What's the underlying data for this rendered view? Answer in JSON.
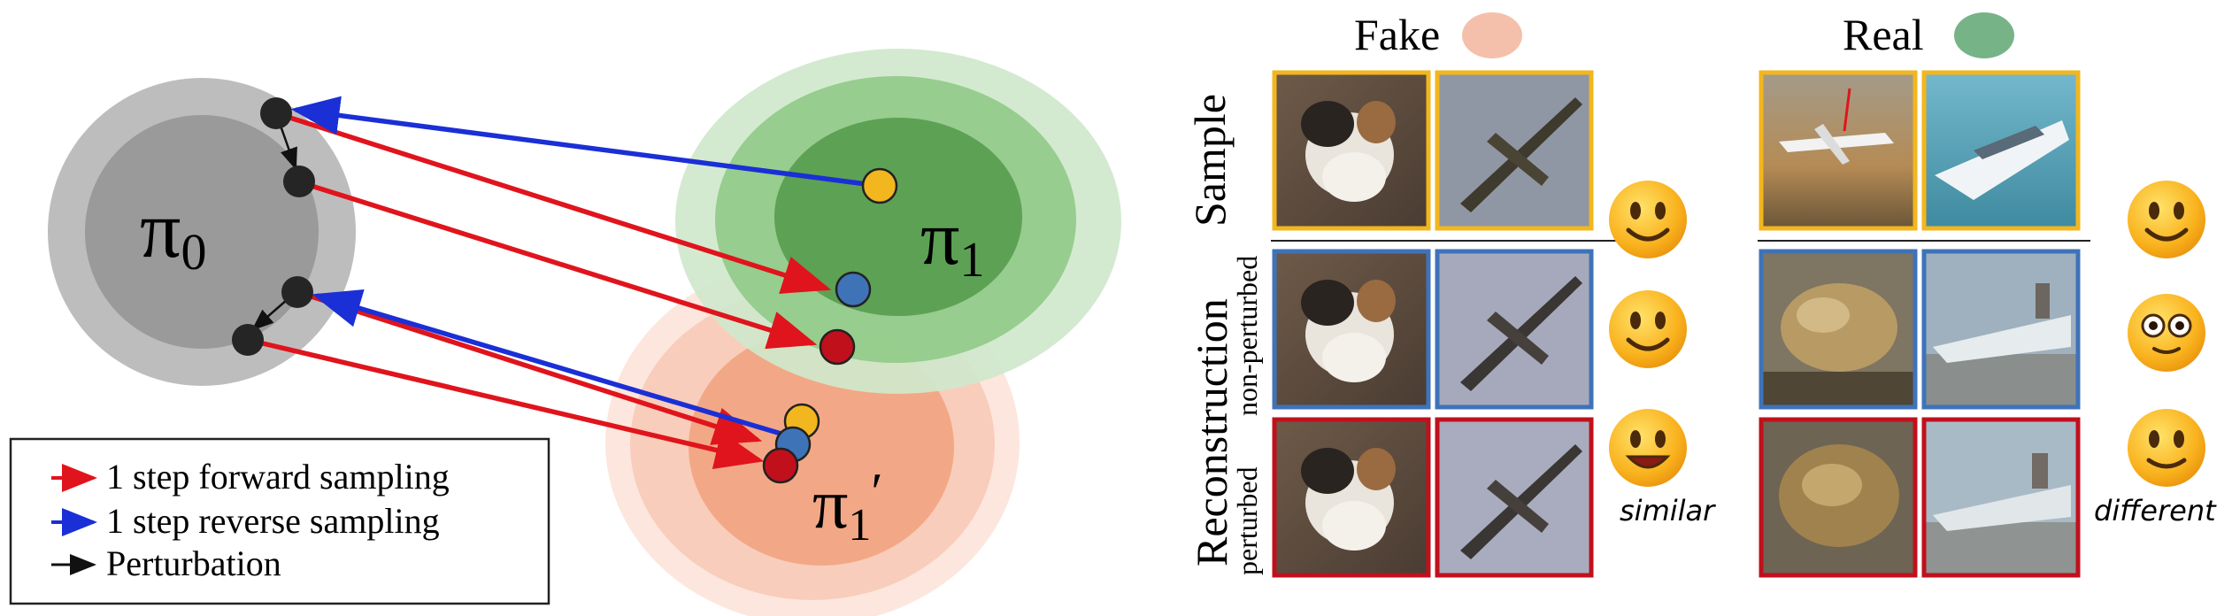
{
  "diagram": {
    "source_label": "π",
    "source_sub": "0",
    "target_label": "π",
    "target_sub": "1",
    "fake_target_label": "π",
    "fake_target_sub": "1",
    "fake_target_prime": "′"
  },
  "legend": {
    "forward": "1 step forward sampling",
    "reverse": "1 step reverse sampling",
    "perturb": "Perturbation"
  },
  "grid": {
    "fake_header": "Fake",
    "real_header": "Real",
    "row_sample": "Sample",
    "row_reconstruction": "Reconstruction",
    "row_non_perturbed": "non-perturbed",
    "row_perturbed": "perturbed",
    "fake_verdict": "similar",
    "real_verdict": "different"
  },
  "colors": {
    "fake": "#f5c0ab",
    "real": "#76b488",
    "forward_arrow": "#e0141c",
    "reverse_arrow": "#1a2fd6",
    "sample_frame": "#f2b61e",
    "nonperturbed_frame": "#3f73b8",
    "perturbed_frame": "#c0101c"
  },
  "icons": [
    "smiley-icon",
    "surprised-face-icon"
  ]
}
